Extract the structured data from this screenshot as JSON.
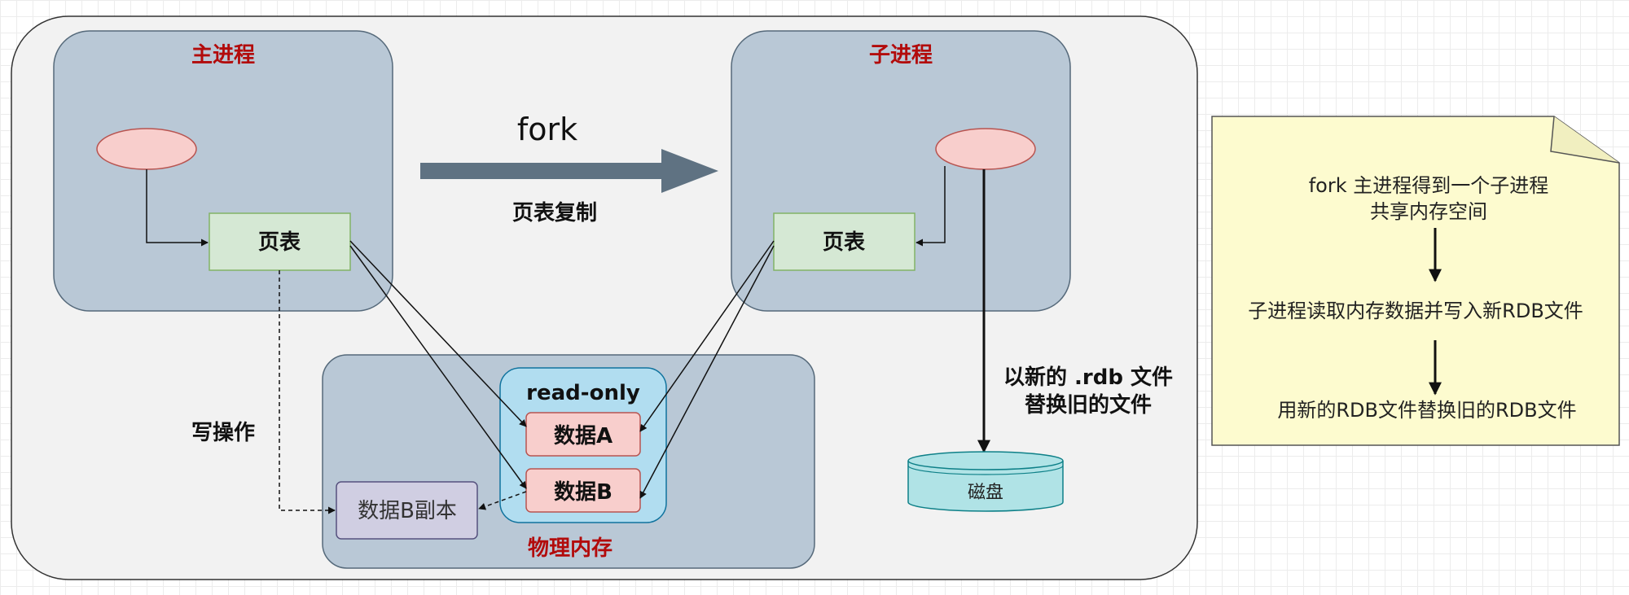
{
  "main_process": {
    "title": "主进程",
    "page_table": "页表"
  },
  "fork": {
    "label": "fork",
    "sub_label": "页表复制"
  },
  "child_process": {
    "title": "子进程",
    "page_table": "页表"
  },
  "physical_memory": {
    "title": "物理内存",
    "read_only_label": "read-only",
    "data_a": "数据A",
    "data_b": "数据B",
    "data_b_copy": "数据B副本"
  },
  "write_label": "写操作",
  "replace_label": {
    "line1": "以新的 .rdb 文件",
    "line2": "替换旧的文件"
  },
  "disk_label": "磁盘",
  "note": {
    "step1_line1": "fork 主进程得到一个子进程",
    "step1_line2": "共享内存空间",
    "step2": "子进程读取内存数据并写入新RDB文件",
    "step3": "用新的RDB文件替换旧的RDB文件"
  },
  "colors": {
    "outer_bg": "#f2f2f2",
    "process_box": "#b9c8d6",
    "page_table": "#d5e8d4",
    "ellipse": "#f8cecc",
    "read_only": "#b1ddf0",
    "data_box": "#f8cecc",
    "copy_box": "#d0cee2",
    "disk": "#b0e3e6",
    "note_bg": "#fdfbcf",
    "title_red": "#b20b0b",
    "fork_arrow": "#5f7282"
  }
}
